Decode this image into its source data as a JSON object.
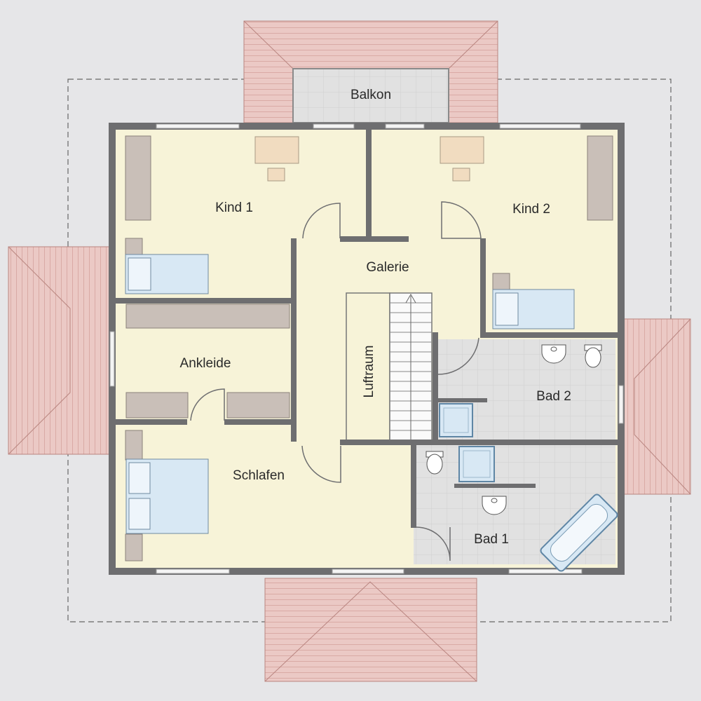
{
  "rooms": {
    "balkon": "Balkon",
    "kind1": "Kind 1",
    "kind2": "Kind 2",
    "galerie": "Galerie",
    "ankleide": "Ankleide",
    "luftraum": "Luftraum",
    "bad2": "Bad 2",
    "schlafen": "Schlafen",
    "bad1": "Bad 1"
  },
  "colors": {
    "background": "#e6e6e8",
    "floor": "#f7f3d8",
    "tile": "#e1e1e1",
    "wall": "#6e6e70",
    "roof": "#e9c3c0",
    "furniture": "#c9bfb8",
    "desk": "#f1dcc0",
    "bed": "#d8e8f4"
  }
}
